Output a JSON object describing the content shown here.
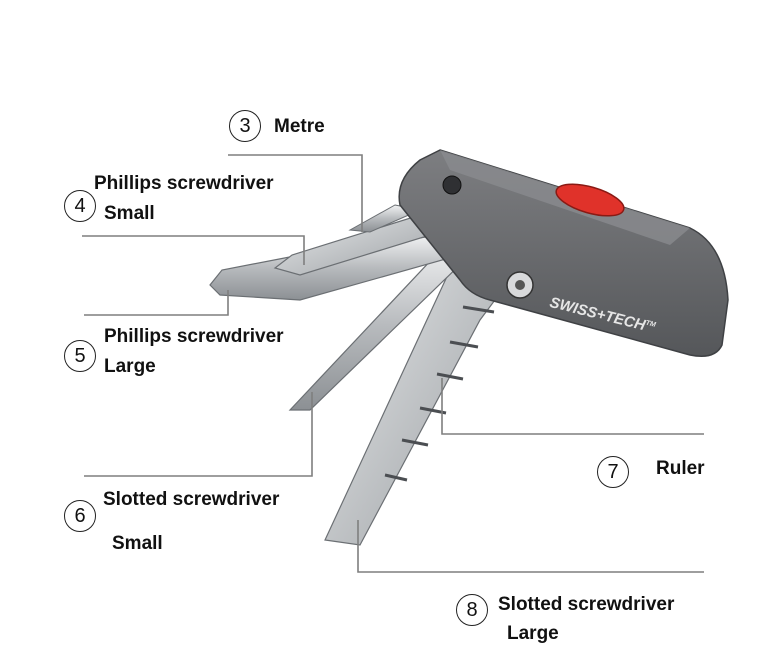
{
  "labels": [
    {
      "id": "3",
      "number": "3",
      "name": "Metre",
      "name2": ""
    },
    {
      "id": "4",
      "number": "4",
      "name": "Phillips screwdriver",
      "name2": "Small"
    },
    {
      "id": "5",
      "number": "5",
      "name": "Phillips screwdriver",
      "name2": "Large"
    },
    {
      "id": "6",
      "number": "6",
      "name": "Slotted screwdriver",
      "name2": "Small"
    },
    {
      "id": "7",
      "number": "7",
      "name": "Ruler",
      "name2": ""
    },
    {
      "id": "8",
      "number": "8",
      "name": "Slotted screwdriver",
      "name2": "Large"
    }
  ],
  "brand": {
    "text": "SWISS+TECH",
    "trademark": "TM"
  },
  "colors": {
    "body": "#6e6f72",
    "metal": "#c9cbcd",
    "accent": "#e0322a"
  }
}
